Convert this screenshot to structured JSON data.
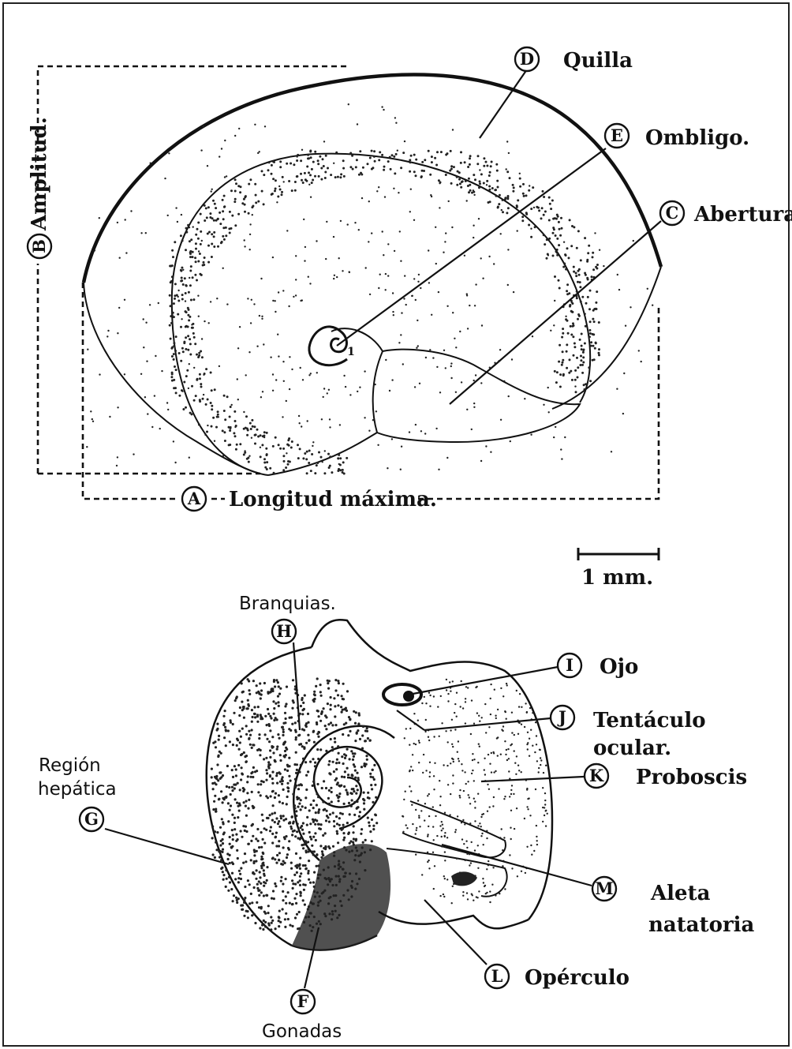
{
  "figure": {
    "labels": {
      "A": {
        "letter": "A",
        "text": "Longitud máxima."
      },
      "B": {
        "letter": "B",
        "text": "Amplitud."
      },
      "C": {
        "letter": "C",
        "text": "Abertura"
      },
      "D": {
        "letter": "D",
        "text": "Quilla"
      },
      "E": {
        "letter": "E",
        "text": "Ombligo."
      },
      "F": {
        "letter": "F",
        "text": "Gonadas"
      },
      "G": {
        "letter": "G",
        "text_line1": "Región",
        "text_line2": "hepática"
      },
      "H": {
        "letter": "H",
        "text": "Branquias."
      },
      "I": {
        "letter": "I",
        "text": "Ojo"
      },
      "J": {
        "letter": "J",
        "text_line1": "Tentáculo",
        "text_line2": "ocular."
      },
      "K": {
        "letter": "K",
        "text": "Proboscis"
      },
      "L": {
        "letter": "L",
        "text": "Opérculo"
      },
      "M": {
        "letter": "M",
        "text_line1": "Aleta",
        "text_line2": "natatoria"
      }
    },
    "scale_bar": {
      "text": "1 mm."
    },
    "spire_number": "1"
  }
}
